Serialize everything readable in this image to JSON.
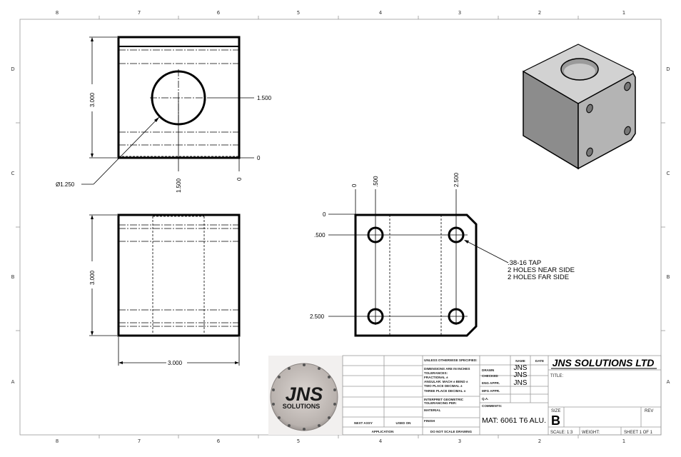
{
  "sheet": {
    "zones_horizontal": [
      "8",
      "7",
      "6",
      "5",
      "4",
      "3",
      "2",
      "1"
    ],
    "zones_vertical": [
      "D",
      "C",
      "B",
      "A"
    ]
  },
  "front_view": {
    "height_dim": "3.000",
    "hole_dia": "Ø1.250",
    "ordinate_y_center": "1.500",
    "ordinate_y_zero": "0",
    "ordinate_x_center": "1.500",
    "ordinate_x_zero": "0"
  },
  "bottom_view": {
    "height_dim": "3.000",
    "width_dim": "3.000"
  },
  "side_view": {
    "ordinate_x": [
      "0",
      ".500",
      "2.500"
    ],
    "ordinate_y": [
      "0",
      ".500",
      "2.500"
    ],
    "callout": {
      "line1": ".38-16 TAP",
      "line2": "2 HOLES NEAR SIDE",
      "line3": "2 HOLES FAR SIDE"
    }
  },
  "logo": {
    "line1": "JNS",
    "line2": "SOLUTIONS"
  },
  "title_block": {
    "company": "JNS SOLUTIONS LTD",
    "title_label": "TITLE:",
    "tolerance_header": "UNLESS OTHERWISE SPECIFIED:",
    "tolerance_lines": [
      "DIMENSIONS ARE IN INCHES",
      "TOLERANCES:",
      "FRACTIONAL ±",
      "ANGULAR: MACH ±   BEND ±",
      "TWO PLACE DECIMAL    ±",
      "THREE PLACE DECIMAL  ±"
    ],
    "interpret_lines": [
      "INTERPRET GEOMETRIC",
      "TOLERANCING PER:"
    ],
    "material_label": "MATERIAL",
    "finish_label": "FINISH",
    "do_not_scale": "DO NOT SCALE DRAWING",
    "next_assy": "NEXT ASSY",
    "used_on": "USED ON",
    "application": "APPLICATION",
    "col_name": "NAME",
    "col_date": "DATE",
    "rows": [
      {
        "label": "DRAWN",
        "name": "JNS"
      },
      {
        "label": "CHECKED",
        "name": "JNS"
      },
      {
        "label": "ENG APPR.",
        "name": "JNS"
      },
      {
        "label": "MFG APPR.",
        "name": ""
      },
      {
        "label": "Q.A.",
        "name": ""
      }
    ],
    "comments_label": "COMMENTS:",
    "material_value": "MAT: 6061 T6 ALU.",
    "size_label": "SIZE",
    "size_value": "B",
    "rev_label": "REV",
    "scale": "SCALE: 1:3",
    "weight": "WEIGHT:",
    "sheet": "SHEET 1 OF 1"
  },
  "colors": {
    "line": "#000000",
    "border": "#999999",
    "iso_top": "#d4d4d4",
    "iso_left": "#8e8e8e",
    "iso_right": "#b6b6b6"
  }
}
